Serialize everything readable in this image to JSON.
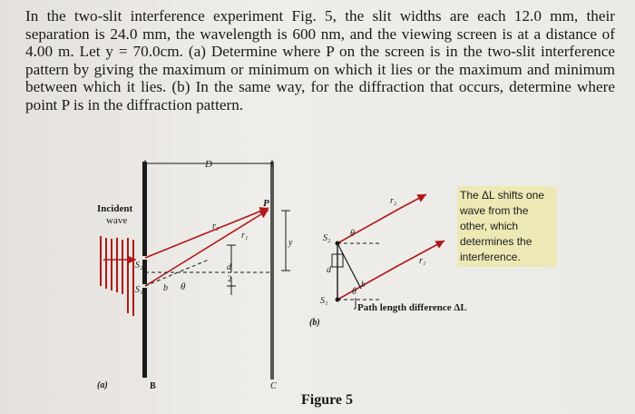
{
  "problem": {
    "text": "In the two-slit interference experiment Fig. 5, the slit widths are each 12.0 mm, their separation is 24.0 mm, the wavelength is 600 nm, and the viewing screen is at a distance of 4.00 m. Let y = 70.0cm. (a) Determine where P on the screen is in the two-slit interference pattern by giving the maximum or minimum on which it lies or the maximum and minimum between which it lies. (b) In the same way, for the diffraction that occurs, determine where point P is in the diffraction pattern."
  },
  "figure": {
    "caption": "Figure 5",
    "panel_a": {
      "label": "(a)",
      "incident_label_1": "Incident",
      "incident_label_2": "wave",
      "D": "D",
      "P": "P",
      "y": "y",
      "B": "B",
      "C": "C",
      "S1": "S₁",
      "S2": "S₂",
      "r1": "r₁",
      "r2": "r₂",
      "b": "b",
      "theta": "θ",
      "d": "d",
      "half": "2"
    },
    "panel_b": {
      "label": "(b)",
      "S1": "S₁",
      "S2": "S₂",
      "d": "d",
      "theta": "θ",
      "r1": "r₁",
      "r2": "r₂",
      "b": "b",
      "path_label": "Path length difference ΔL",
      "callout": "The ΔL shifts one wave from the other, which determines the interference."
    },
    "colors": {
      "ray": "#b01818",
      "ink": "#1a1a1a",
      "callout_bg": "#ece9b5"
    }
  }
}
